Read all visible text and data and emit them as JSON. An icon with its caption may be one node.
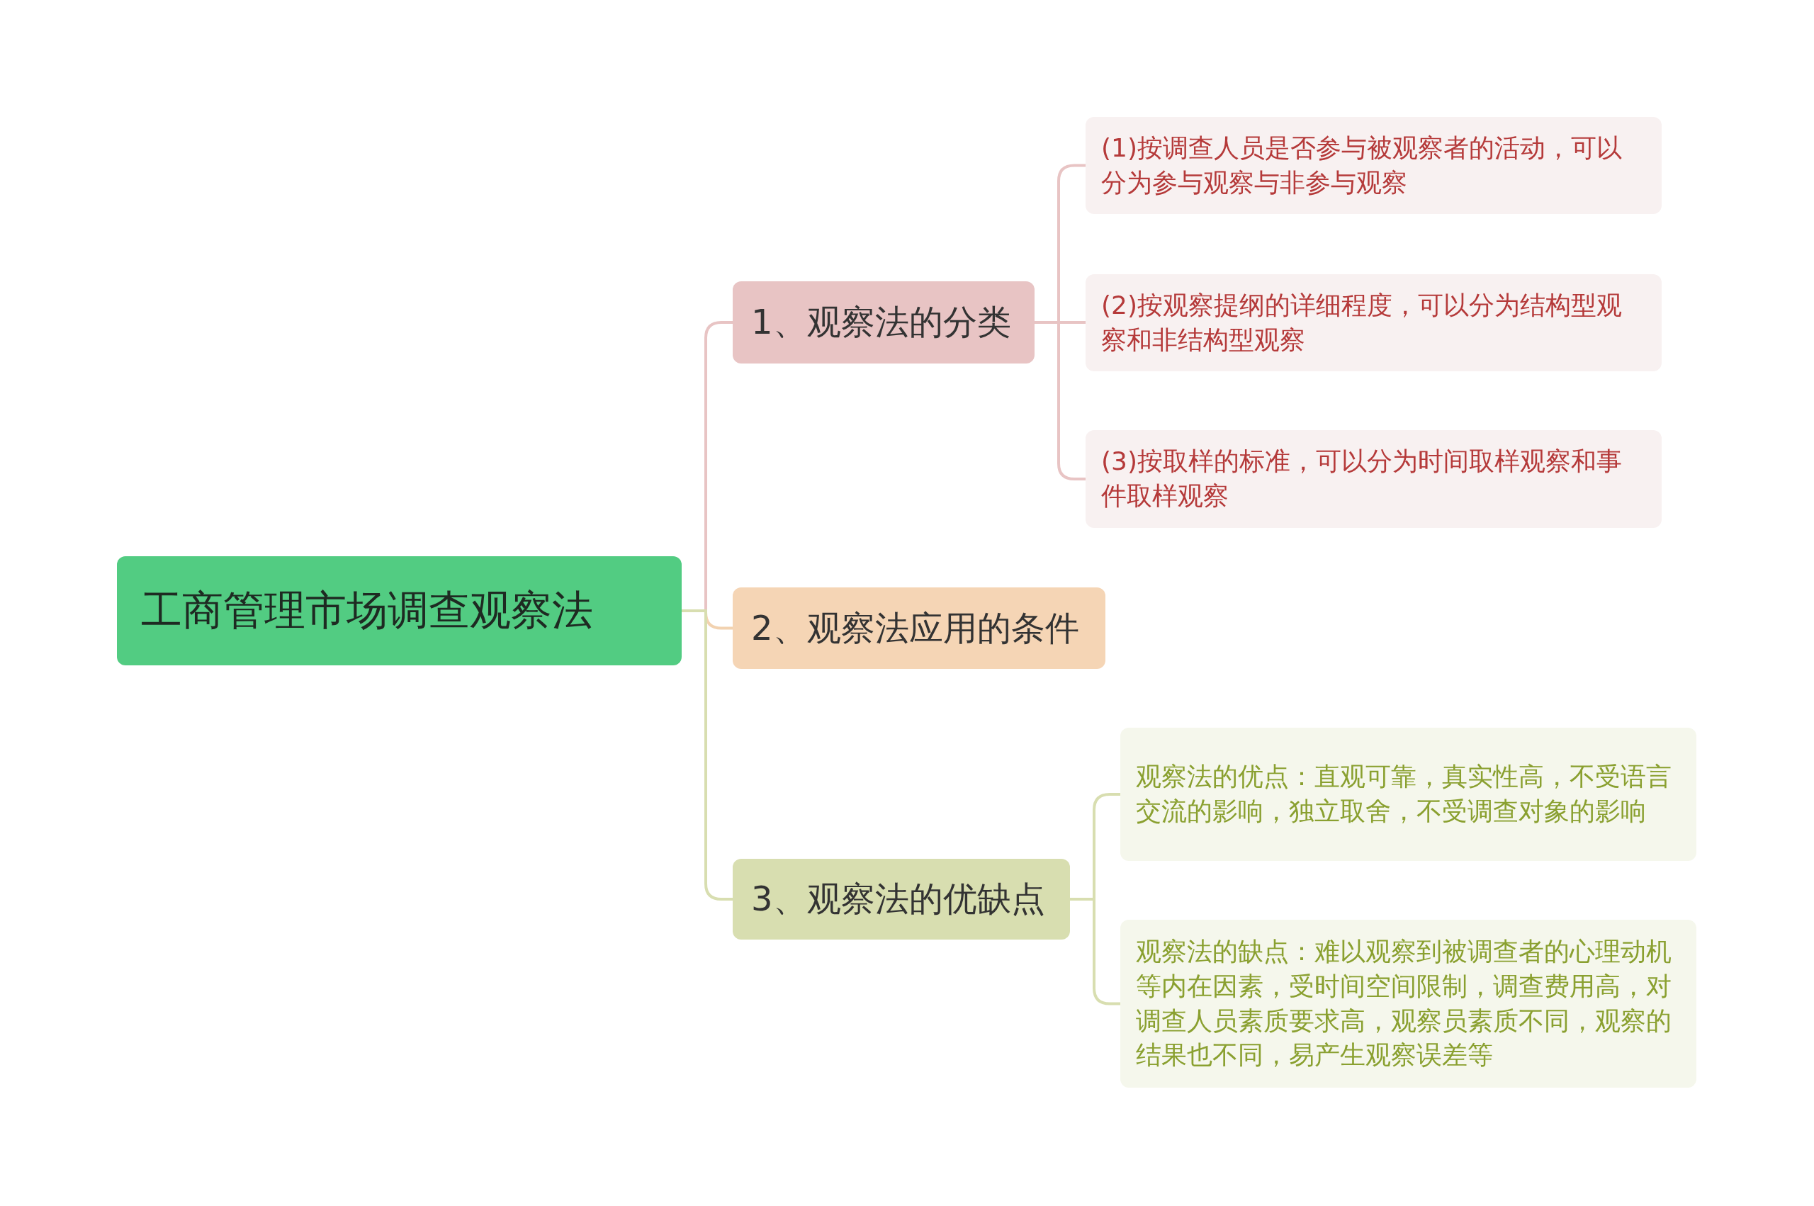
{
  "diagram": {
    "nodes": [
      {
        "text": [
          "工商管理市场调查观察法"
        ]
      },
      {
        "text": [
          "1、观察法的分类"
        ]
      },
      {
        "text": [
          "(1)按调查人员是否参与被观察者的活动，可以分为参与观察与非参与观察"
        ]
      },
      {
        "text": [
          "(2)按观察提纲的详细程度，可以分为结构型观察和非结构型观察"
        ]
      },
      {
        "text": [
          "(3)按取样的标准，可以分为时间取样观察和事件取样观察"
        ]
      },
      {
        "text": [
          "2、观察法应用的条件"
        ]
      },
      {
        "text": [
          "3、观察法的优缺点"
        ]
      },
      {
        "text": [
          "观察法的优点：直观可靠，真实性高，不受语言交流的影响，独立取舍，不受调查对象的影响"
        ]
      },
      {
        "text": [
          "观察法的缺点：难以观察到被调查者的心理动机等内在因素，受时间空间限制，调查费用高，对调查人员素质要求高，观察员素质不同，观察的结果也不同，易产生观察误差等"
        ]
      }
    ],
    "edges": [
      {
        "from": 0,
        "to": 1,
        "arrow": "none",
        "color": "#e8c4c4"
      },
      {
        "from": 0,
        "to": 5,
        "arrow": "none",
        "color": "#f2d2b0"
      },
      {
        "from": 0,
        "to": 6,
        "arrow": "none",
        "color": "#d8deb0"
      },
      {
        "from": 1,
        "to": 2,
        "arrow": "none",
        "color": "#e8c4c4"
      },
      {
        "from": 1,
        "to": 3,
        "arrow": "none",
        "color": "#e8c4c4"
      },
      {
        "from": 1,
        "to": 4,
        "arrow": "none",
        "color": "#e8c4c4"
      },
      {
        "from": 6,
        "to": 7,
        "arrow": "none",
        "color": "#d8deb0"
      },
      {
        "from": 6,
        "to": 8,
        "arrow": "none",
        "color": "#d8deb0"
      }
    ]
  }
}
